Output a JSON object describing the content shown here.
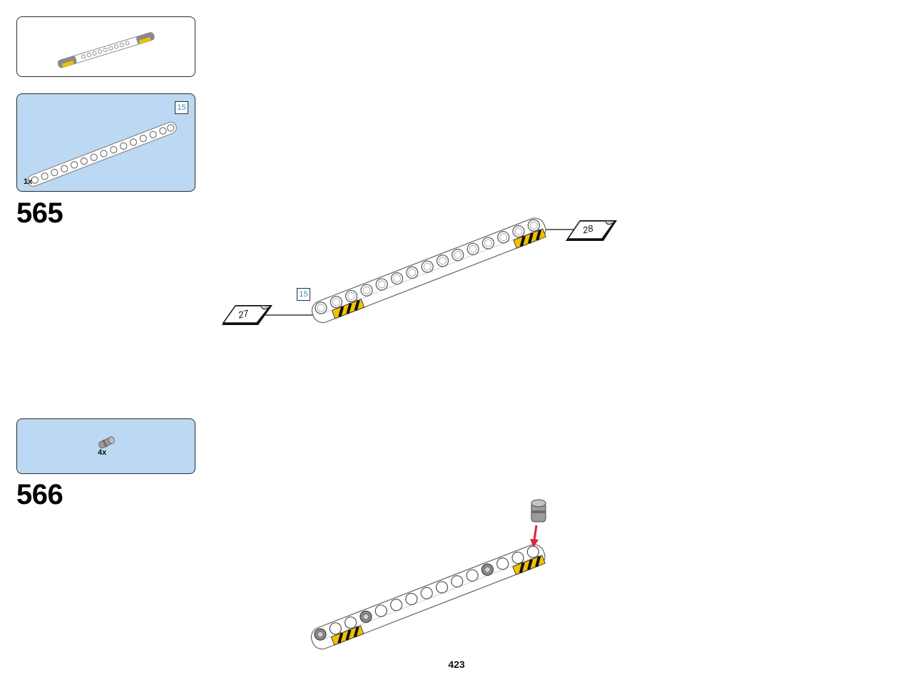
{
  "page_number": "423",
  "steps": [
    {
      "number": "565",
      "parts": [
        {
          "quantity": "1x",
          "length_label": "15"
        }
      ],
      "callouts": {
        "beam_length": "15",
        "left_ref": "27",
        "right_ref": "28"
      }
    },
    {
      "number": "566",
      "parts": [
        {
          "quantity": "4x"
        }
      ]
    }
  ],
  "colors": {
    "parts_box": "#bcd8f3",
    "length_badge_text": "#1d9bd1",
    "hazard_yellow": "#f2c200",
    "arrow_red": "#d7263d"
  }
}
